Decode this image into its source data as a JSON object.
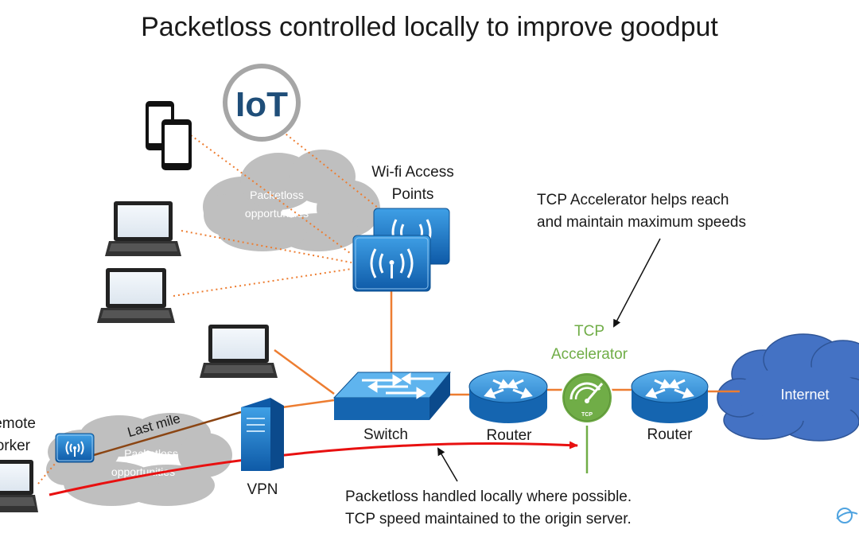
{
  "title": "Packetloss controlled locally to improve goodput",
  "labels": {
    "wifi_line1": "Wi-fi Access",
    "wifi_line2": "Points",
    "cloud_top_line1": "Packetloss",
    "cloud_top_line2": "opportunities",
    "cloud_bottom_line1": "Packetloss",
    "cloud_bottom_line2": "opportunities",
    "last_mile": "Last mile",
    "remote_line1": "Remote",
    "remote_line2": "Worker",
    "vpn": "VPN",
    "switch": "Switch",
    "router_1": "Router",
    "router_2": "Router",
    "accel_line1": "TCP",
    "accel_line2": "Accelerator",
    "accel_icon_text": "TCP",
    "internet": "Internet",
    "iot": "IoT"
  },
  "callouts": {
    "accel_note_line1": "TCP Accelerator helps reach",
    "accel_note_line2": "and maintain maximum speeds",
    "local_note_line1": "Packetloss handled locally where possible.",
    "local_note_line2": "TCP speed maintained to the origin server."
  },
  "colors": {
    "link": "#ED7D31",
    "path": "#E81010",
    "accelerator": "#70AD47",
    "device_blue": "#1E6FB5",
    "cloud_gray": "#BFBFBF",
    "internet_blue": "#4472C4"
  }
}
